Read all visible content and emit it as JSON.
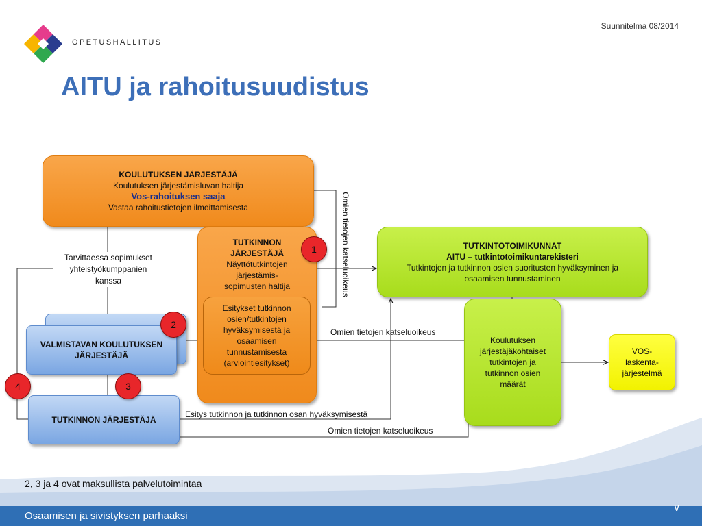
{
  "header": {
    "logo_text": "OPETUSHALLITUS",
    "plan_date": "Suunnitelma 08/2014",
    "title": "AITU ja rahoitusuudistus"
  },
  "boxes": {
    "koulutuksen_jarjestaja": {
      "title": "KOULUTUKSEN JÄRJESTÄJÄ",
      "line1": "Koulutuksen järjestämisluvan haltija",
      "line2": "Vos-rahoituksen saaja",
      "line3": "Vastaa rahoitustietojen ilmoittamisesta"
    },
    "tutkinnon_jarjestaja_center": {
      "title_line1": "TUTKINNON",
      "title_line2": "JÄRJESTÄJÄ",
      "line1": "Näyttötutkintojen",
      "line2": "järjestämis-",
      "line3": "sopimusten haltija"
    },
    "esitykset": {
      "line1": "Esitykset tutkinnon",
      "line2": "osien/tutkintojen",
      "line3": "hyväksymisestä ja",
      "line4": "osaamisen",
      "line5": "tunnustamisesta",
      "line6": "(arviointiesitykset)"
    },
    "tutkintotoimikunnat": {
      "title": "TUTKINTOTOIMIKUNNAT",
      "subtitle": "AITU – tutkintotoimikuntarekisteri",
      "line1": "Tutkintojen ja tutkinnon osien suoritusten hyväksyminen ja",
      "line2": "osaamisen tunnustaminen"
    },
    "koulutuksen_maarat": {
      "line1": "Koulutuksen",
      "line2": "järjestäjäkohtaiset",
      "line3": "tutkintojen ja",
      "line4": "tutkinnon osien",
      "line5": "määrät"
    },
    "vos": {
      "line1": "VOS-",
      "line2": "laskenta-",
      "line3": "järjestelmä"
    },
    "valmistava": {
      "line1": "VALMISTAVAN KOULUTUKSEN",
      "line2": "JÄRJESTÄJÄ"
    },
    "tutkinnon_jarjestaja_left": {
      "title": "TUTKINNON JÄRJESTÄJÄ"
    }
  },
  "badges": [
    "1",
    "2",
    "3",
    "4"
  ],
  "labels": {
    "tarvittaessa_line1": "Tarvittaessa sopimukset",
    "tarvittaessa_line2": "yhteistyökumppanien",
    "tarvittaessa_line3": "kanssa",
    "vertical_oikeus": "Omien tietojen katseluoikeus",
    "oikeus_mid": "Omien tietojen katseluoikeus",
    "esitys": "Esitys tutkinnon ja tutkinnon osan hyväksymisestä",
    "oikeus_bottom": "Omien tietojen katseluoikeus"
  },
  "note": "2, 3 ja 4 ovat maksullista palvelutoimintaa",
  "footer": {
    "slogan": "Osaamisen ja sivistyksen parhaaksi",
    "chevron": "∨"
  },
  "colors": {
    "title_blue": "#3d6fb8",
    "orange": "#f08a1c",
    "lime": "#a8dc1c",
    "yellow": "#f2f200",
    "blue_box": "#7aa6e2",
    "badge_red": "#e8262a",
    "footer_blue": "#2f6fb5"
  }
}
